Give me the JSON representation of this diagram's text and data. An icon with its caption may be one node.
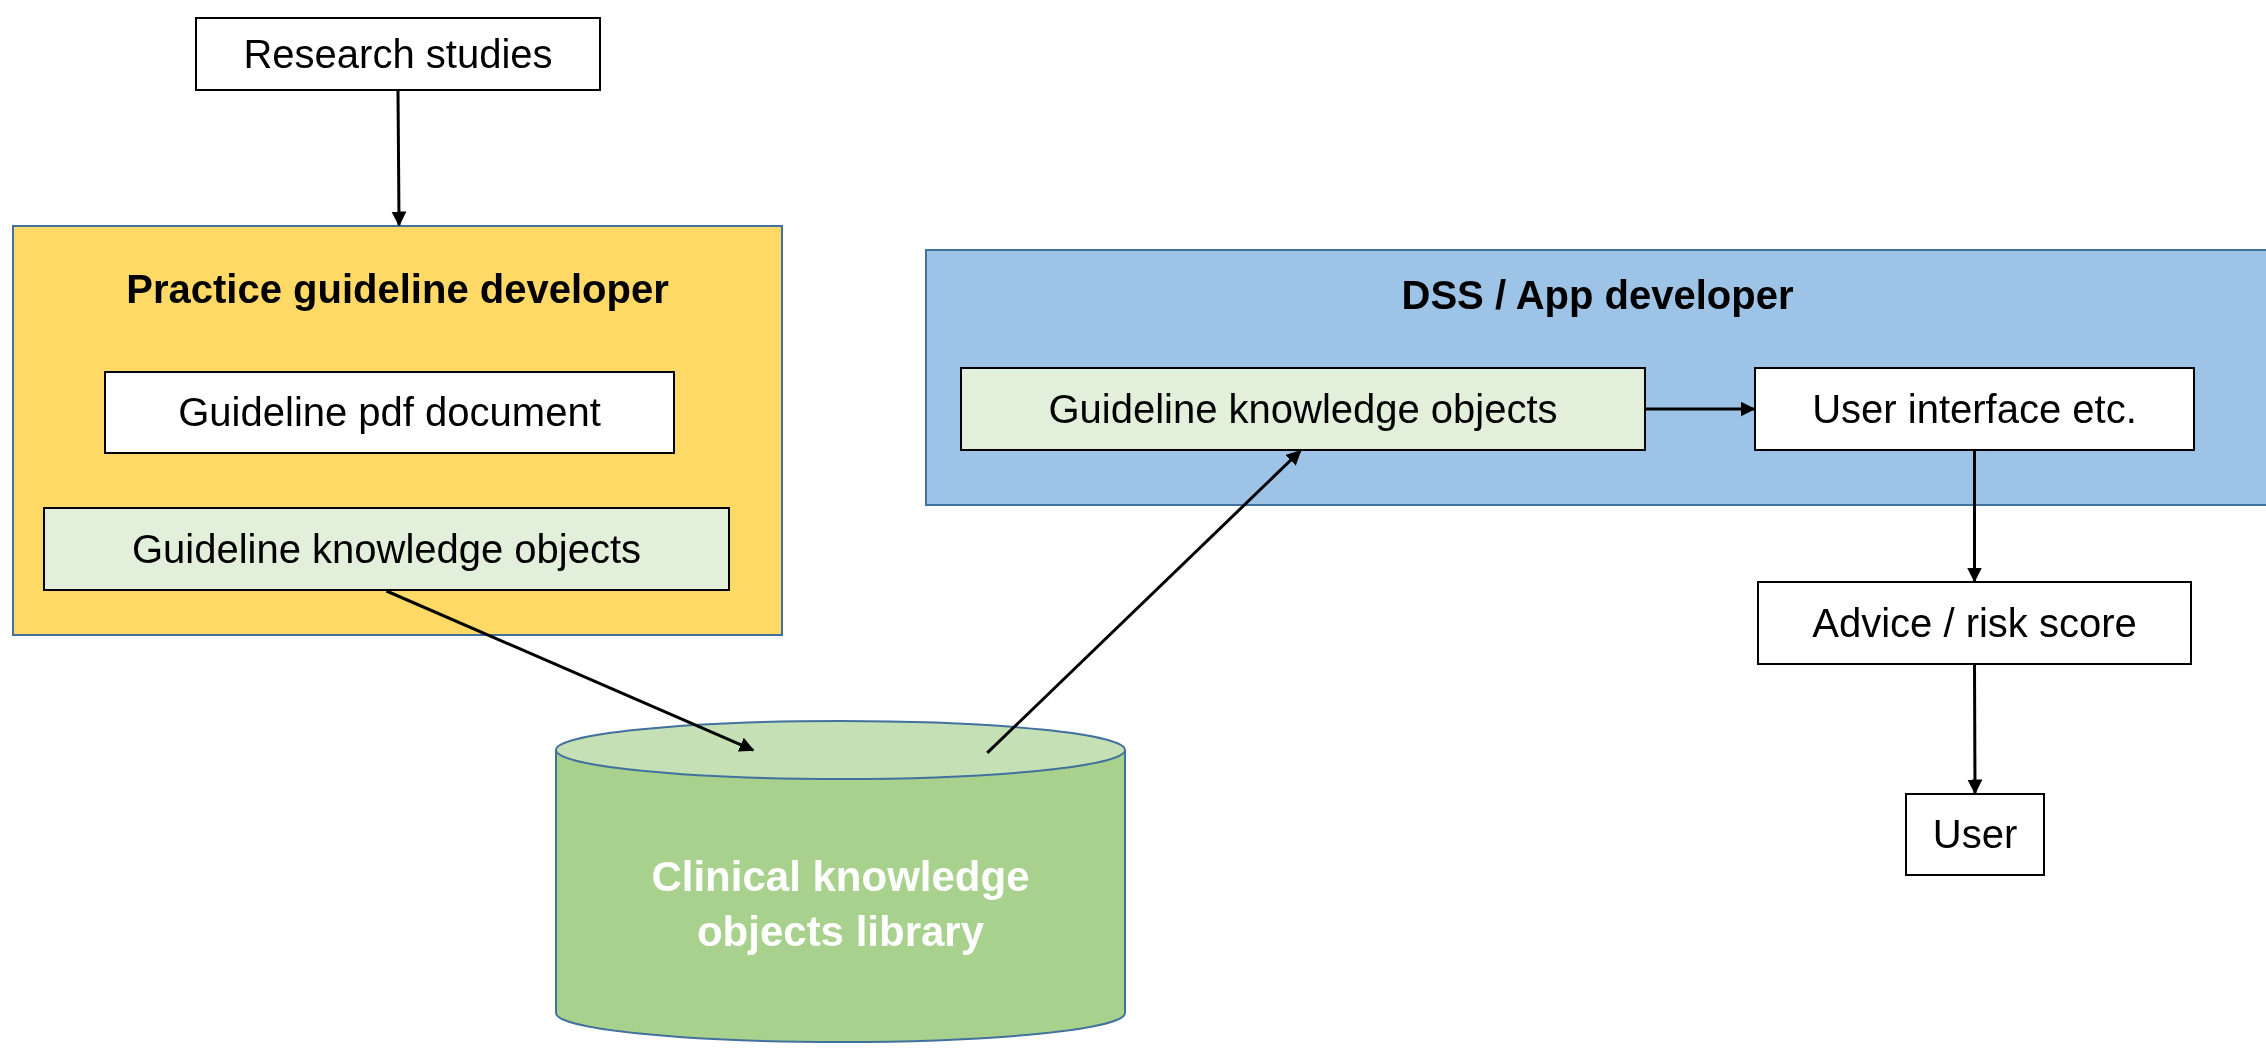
{
  "diagram": {
    "nodes": [
      {
        "text": [
          "Research studies"
        ]
      },
      {
        "text": [
          "Practice guideline developer"
        ]
      },
      {
        "text": [
          "Guideline pdf document"
        ],
        "in": 1
      },
      {
        "text": [
          "Guideline knowledge objects"
        ],
        "in": 1
      },
      {
        "text": [
          "Clinical knowledge objects library"
        ]
      },
      {
        "text": [
          "DSS / App developer"
        ]
      },
      {
        "text": [
          "Guideline knowledge objects"
        ],
        "in": 5
      },
      {
        "text": [
          "User interface etc."
        ],
        "in": 5
      },
      {
        "text": [
          "Advice / risk score"
        ]
      },
      {
        "text": [
          "User"
        ]
      }
    ],
    "edges": [
      {
        "from": 0,
        "to": 1,
        "arrow": "to"
      },
      {
        "from": 3,
        "to": 4,
        "arrow": "to"
      },
      {
        "from": 4,
        "to": 6,
        "arrow": "to"
      },
      {
        "from": 6,
        "to": 7,
        "arrow": "to"
      },
      {
        "from": 7,
        "to": 8,
        "arrow": "to"
      },
      {
        "from": 8,
        "to": 9,
        "arrow": "to"
      }
    ]
  }
}
